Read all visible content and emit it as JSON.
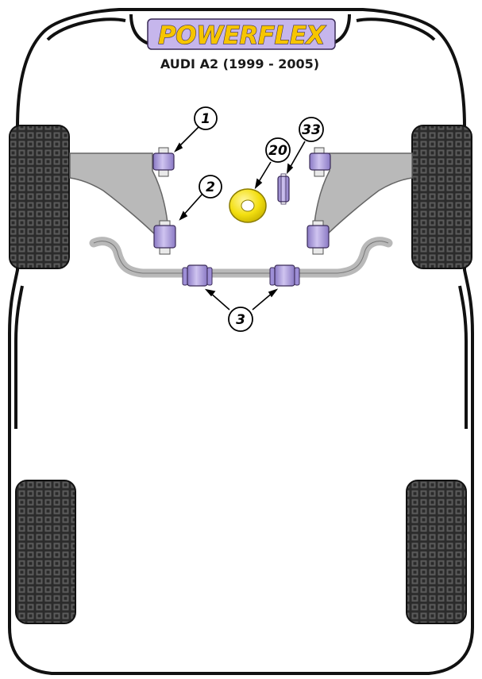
{
  "brand": {
    "name": "POWERFLEX",
    "colors": {
      "gold": "#f6c500",
      "purple": "#b5a6df",
      "purple_dark": "#3a2b57",
      "grey": "#b9b9b9"
    }
  },
  "vehicle": {
    "title": "AUDI A2 (1999 - 2005)"
  },
  "callouts": [
    {
      "id": "1",
      "label": "1"
    },
    {
      "id": "2",
      "label": "2"
    },
    {
      "id": "3",
      "label": "3"
    },
    {
      "id": "20",
      "label": "20"
    },
    {
      "id": "33",
      "label": "33"
    }
  ],
  "icons": [
    "tyre-icon",
    "bush-icon",
    "engine-mount-insert-icon",
    "leader-arrow-icon"
  ]
}
